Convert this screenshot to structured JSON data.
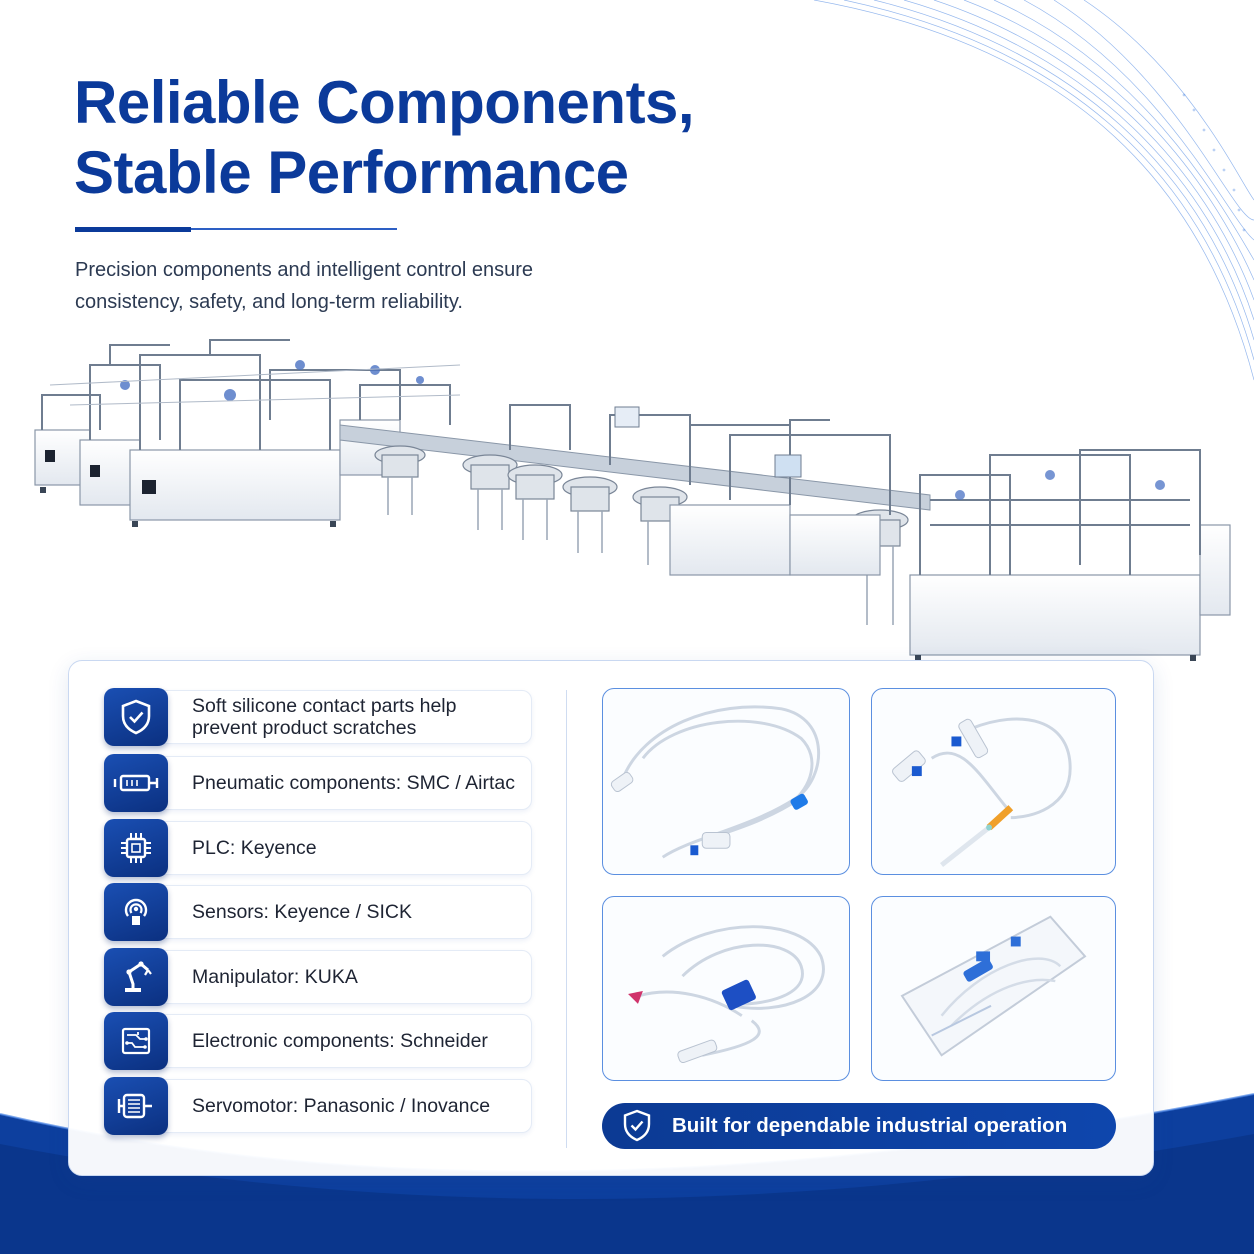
{
  "header": {
    "title_line1": "Reliable Components,",
    "title_line2": "Stable Performance",
    "subtitle_line1": "Precision components and intelligent control ensure",
    "subtitle_line2": "consistency, safety, and long-term reliability."
  },
  "features": [
    {
      "icon": "shield-check-icon",
      "line1": "Soft silicone contact parts help",
      "line2": "prevent product scratches"
    },
    {
      "icon": "pneumatic-cylinder-icon",
      "line1": "Pneumatic components: SMC / Airtac",
      "line2": ""
    },
    {
      "icon": "chip-icon",
      "line1": "PLC: Keyence",
      "line2": ""
    },
    {
      "icon": "sensor-icon",
      "line1": "Sensors: Keyence / SICK",
      "line2": ""
    },
    {
      "icon": "robot-arm-icon",
      "line1": "Manipulator: KUKA",
      "line2": ""
    },
    {
      "icon": "circuit-board-icon",
      "line1": "Electronic components: Schneider",
      "line2": ""
    },
    {
      "icon": "servo-motor-icon",
      "line1": "Servomotor: Panasonic / Inovance",
      "line2": ""
    }
  ],
  "products": [
    {
      "icon": "infusion-set-image"
    },
    {
      "icon": "infusion-set-orange-image"
    },
    {
      "icon": "infusion-set-clamp-image"
    },
    {
      "icon": "packaged-infusion-set-image"
    }
  ],
  "banner": {
    "icon": "shield-check-icon",
    "label": "Built for dependable industrial operation"
  },
  "colors": {
    "brand": "#0b3a9a",
    "accent": "#1a4fb3",
    "border": "#5b8fe0"
  }
}
